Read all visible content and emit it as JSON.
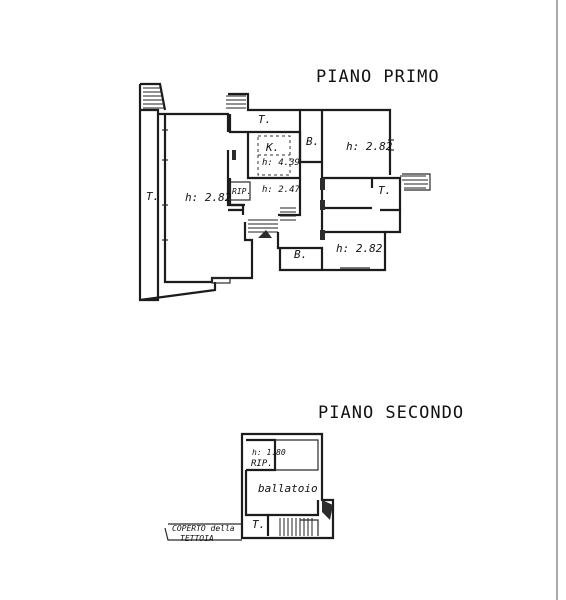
{
  "floors": {
    "first": {
      "title": "PIANO PRIMO",
      "rooms": {
        "terrace_left": "T.",
        "terrace_top": "T.",
        "terrace_right": "T.",
        "living_height": "h: 2.82",
        "kitchen": "K.",
        "kitchen_height": "h: 4.39",
        "storage": "RIP.",
        "hall_height": "h: 2.47",
        "bath_top": "B.",
        "bedroom_top_height": "h: 2.82",
        "bath_bottom": "B.",
        "bedroom_bottom_height": "h: 2.82"
      }
    },
    "second": {
      "title": "PIANO SECONDO",
      "rooms": {
        "storage_height": "h: 1.80",
        "storage": "RIP.",
        "loft": "ballatoio",
        "terrace": "T.",
        "roof_label_1": "COPERTO della",
        "roof_label_2": "TETTOIA"
      }
    }
  }
}
